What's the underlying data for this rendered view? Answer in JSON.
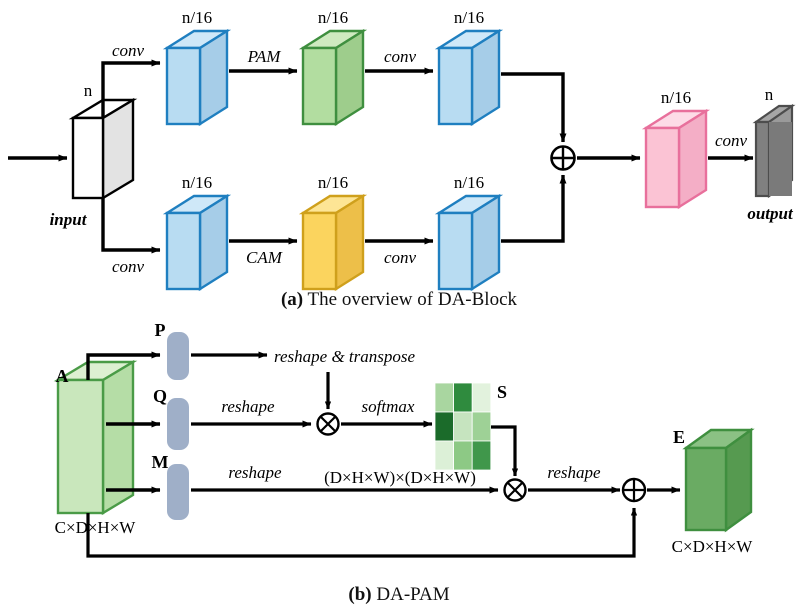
{
  "figure": {
    "panel_a": {
      "caption_prefix": "(a)",
      "caption_text": " The overview of DA-Block",
      "input_label": "input",
      "output_label": "output",
      "input_channels": "n",
      "output_channels": "n",
      "reduced_channels": "n/16",
      "ops": {
        "conv": "conv",
        "pam": "PAM",
        "cam": "CAM",
        "add": "⊕"
      },
      "blocks": [
        {
          "id": "input-cube",
          "label": "n",
          "name": "input",
          "color": "#ffffff"
        },
        {
          "id": "conv-top-cube",
          "label": "n/16",
          "color": "#b8dcf2"
        },
        {
          "id": "pam-cube",
          "label": "n/16",
          "color": "#b2dda0"
        },
        {
          "id": "conv-top2-cube",
          "label": "n/16",
          "color": "#b8dcf2"
        },
        {
          "id": "conv-bot-cube",
          "label": "n/16",
          "color": "#b8dcf2"
        },
        {
          "id": "cam-cube",
          "label": "n/16",
          "color": "#fbd45e"
        },
        {
          "id": "conv-bot2-cube",
          "label": "n/16",
          "color": "#b8dcf2"
        },
        {
          "id": "fused-cube",
          "label": "n/16",
          "color": "#fbc3d4"
        },
        {
          "id": "output-cube",
          "label": "n",
          "color": "#808080"
        }
      ]
    },
    "panel_b": {
      "caption_prefix": "(b)",
      "caption_text": " DA-PAM",
      "input_tensor_label": "A",
      "input_dims": "C×D×H×W",
      "output_tensor_label": "E",
      "output_dims": "C×D×H×W",
      "branch_labels": [
        "P",
        "Q",
        "M"
      ],
      "attention_label": "S",
      "ops": {
        "reshape_transpose": "reshape & transpose",
        "reshape": "reshape",
        "softmax": "softmax",
        "matmul": "⊗",
        "add": "⊕"
      },
      "matrix_dims": "(D×H×W)×(D×H×W)",
      "attention_matrix": {
        "rows": 3,
        "cols": 3,
        "values": [
          [
            0.35,
            0.8,
            0.12
          ],
          [
            0.95,
            0.3,
            0.5
          ],
          [
            0.15,
            0.45,
            0.85
          ]
        ],
        "colors": [
          [
            "#a9d6a0",
            "#2f8b3e",
            "#e2f2dd"
          ],
          [
            "#1b6b2a",
            "#c6e4bf",
            "#9ed196"
          ],
          [
            "#dcf0d7",
            "#8dc985",
            "#40974b"
          ]
        ]
      }
    },
    "colors": {
      "conv_text": "#45c3ee",
      "pam_text": "#3f8f4f",
      "cam_text": "#f5b323",
      "blue_block_fill": "#b8dcf2",
      "blue_block_stroke": "#1f7fc0",
      "green_block_fill": "#b2dda0",
      "green_block_stroke": "#3f8f3f",
      "yellow_block_fill": "#fbd45e",
      "yellow_block_stroke": "#cfa01c",
      "pink_block_fill": "#fbc3d4",
      "pink_block_stroke": "#e8709c",
      "gray_block_fill": "#808080",
      "gray_block_stroke": "#4d4d4d",
      "white_block_fill": "#ffffff",
      "white_block_stroke": "#000000",
      "bar_fill": "#9fafc8",
      "arrow": "#000000",
      "a_cube_fill": "#c9e7bc",
      "a_cube_stroke": "#4a9b47",
      "e_cube_fill": "#6aab63",
      "e_cube_stroke": "#3f8f3f"
    }
  }
}
